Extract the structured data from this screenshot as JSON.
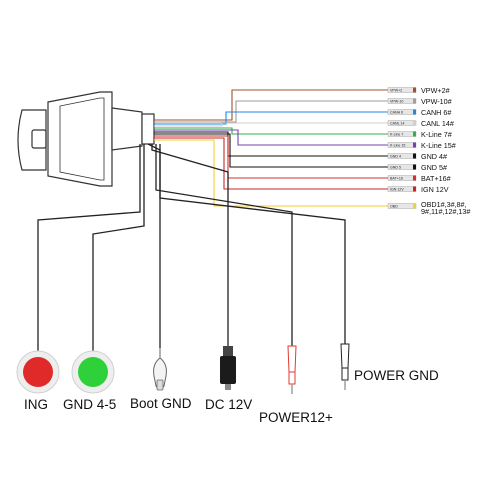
{
  "pins": [
    {
      "label": "VPW+2#",
      "tag": "VPW+2",
      "color": "#a0522d"
    },
    {
      "label": "VPW-10#",
      "tag": "VPW-10",
      "color": "#9e9e9e"
    },
    {
      "label": "CANH 6#",
      "tag": "CANH 6",
      "color": "#1e88e5"
    },
    {
      "label": "CANL 14#",
      "tag": "CANL 14",
      "color": "#cfcfcf"
    },
    {
      "label": "K-Line 7#",
      "tag": "K-Line 7",
      "color": "#2db34a"
    },
    {
      "label": "K-Line 15#",
      "tag": "K-Line 15",
      "color": "#7b3fb5"
    },
    {
      "label": "GND 4#",
      "tag": "GND 4",
      "color": "#111111"
    },
    {
      "label": "GND 5#",
      "tag": "GND 5",
      "color": "#111111"
    },
    {
      "label": "BAT+16#",
      "tag": "BAT+16",
      "color": "#d32f2f"
    },
    {
      "label": "IGN 12V",
      "tag": "IGN 12V",
      "color": "#c62828"
    },
    {
      "label": "OBD1#,3#,8#,\n9#,11#,12#,13#",
      "tag": "OBD",
      "color": "#f2d22e"
    }
  ],
  "terminals": [
    {
      "label": "ING",
      "wire": "#222222",
      "kind": "red-button",
      "fill": "#e02a2a"
    },
    {
      "label": "GND 4-5",
      "wire": "#222222",
      "kind": "green-button",
      "fill": "#2fd13a"
    },
    {
      "label": "Boot GND",
      "wire": "#222222",
      "kind": "clip"
    },
    {
      "label": "DC 12V",
      "wire": "#222222",
      "kind": "dc-jack"
    },
    {
      "label": "POWER12+",
      "wire": "#222222",
      "kind": "red-probe",
      "accent": "#e53935"
    },
    {
      "label": "POWER GND",
      "wire": "#222222",
      "kind": "black-probe"
    }
  ]
}
